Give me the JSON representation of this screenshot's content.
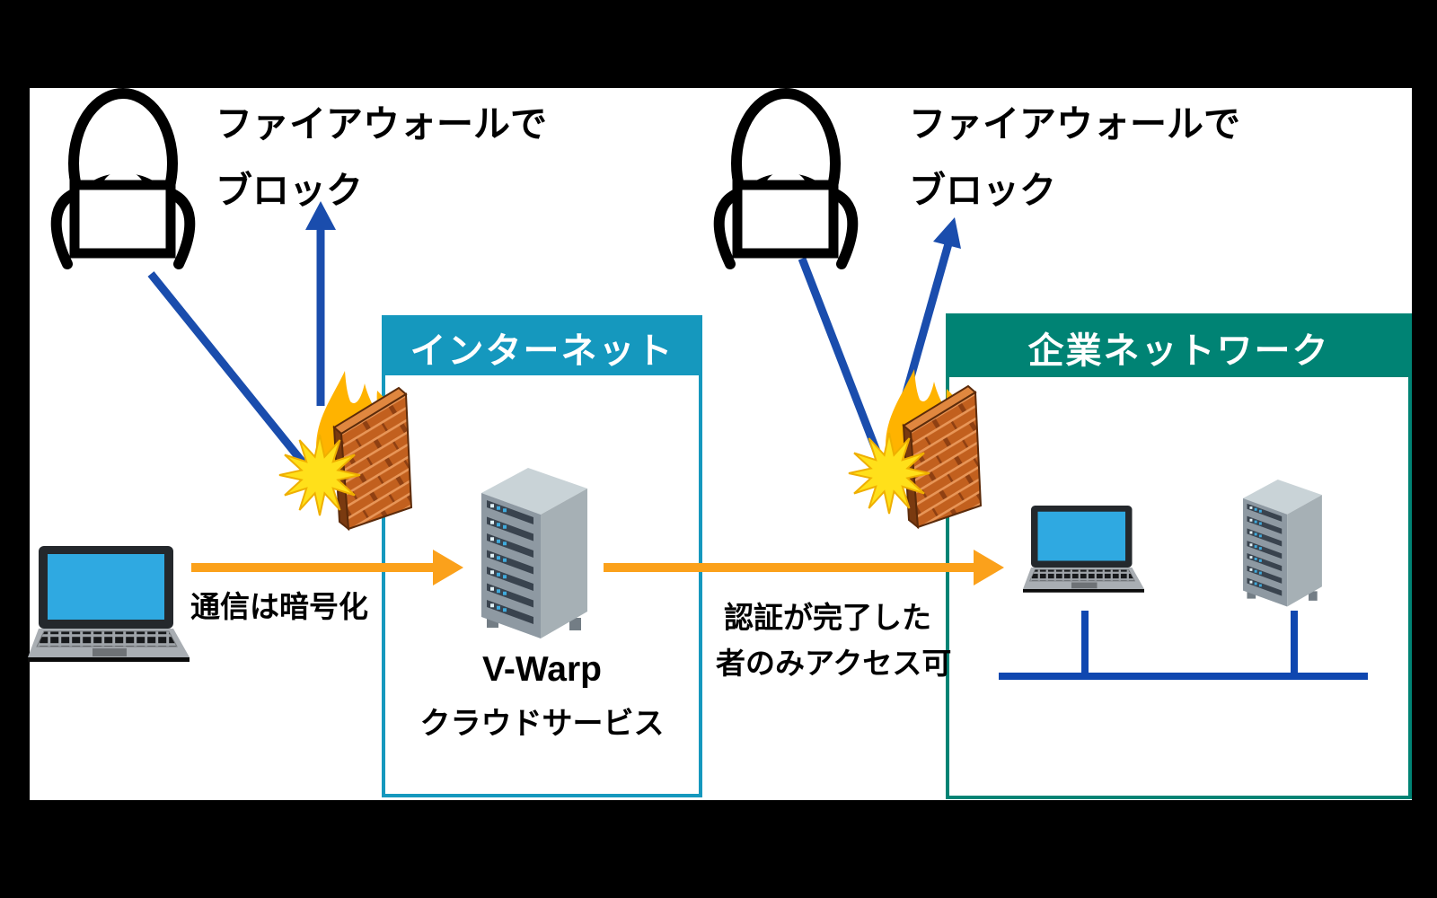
{
  "zones": {
    "internet": {
      "header": "インターネット"
    },
    "corporate": {
      "header": "企業ネットワーク"
    }
  },
  "captions": {
    "left_block_line1": "ファイアウォールで",
    "left_block_line2": "ブロック",
    "right_block_line1": "ファイアウォールで",
    "right_block_line2": "ブロック",
    "encrypted": "通信は暗号化",
    "auth_line1": "認証が完了した",
    "auth_line2": "者のみアクセス可",
    "cloud_service_line1": "V-Warp",
    "cloud_service_line2": "クラウドサービス"
  },
  "colors": {
    "background": "#000000",
    "panel": "#ffffff",
    "internet_accent": "#1598BE",
    "corporate_accent": "#008374",
    "flow_arrow_orange": "#FBA11B",
    "attack_arrow_blue": "#1A4DAD",
    "network_line_blue": "#0F47B0",
    "starburst_yellow": "#FFE01A",
    "flame_outer": "#FFB300",
    "flame_inner": "#FF7300",
    "brick_orange": "#C2601E",
    "screen_blue": "#2FA9E1"
  }
}
